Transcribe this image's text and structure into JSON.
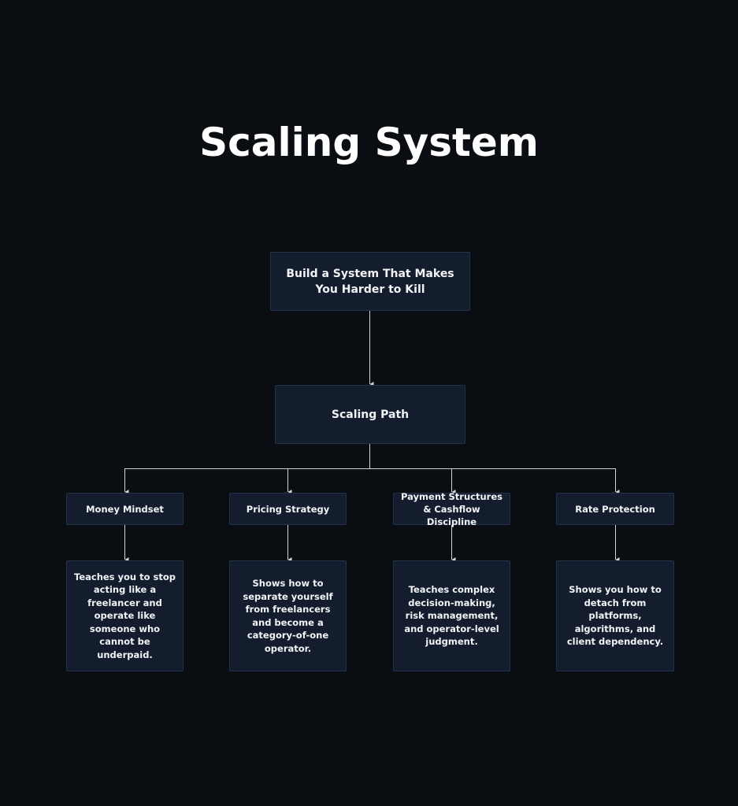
{
  "title": "Scaling System",
  "root": {
    "label": "Build a System That Makes You Harder to Kill"
  },
  "path": {
    "label": "Scaling Path"
  },
  "branches": [
    {
      "label": "Money Mindset",
      "description": "Teaches you to stop acting like a freelancer and operate like someone who cannot be underpaid."
    },
    {
      "label": "Pricing Strategy",
      "description": "Shows how to separate yourself from freelancers and become a category-of-one operator."
    },
    {
      "label": "Payment Structures & Cashflow Discipline",
      "description": "Teaches complex decision-making, risk management, and operator-level judgment."
    },
    {
      "label": "Rate Protection",
      "description": "Shows you how to detach from platforms, algorithms, and client dependency."
    }
  ],
  "colors": {
    "background": "#0a0e13",
    "node": "#131d2e",
    "border": "#22324d",
    "connector": "#d0d4da"
  }
}
